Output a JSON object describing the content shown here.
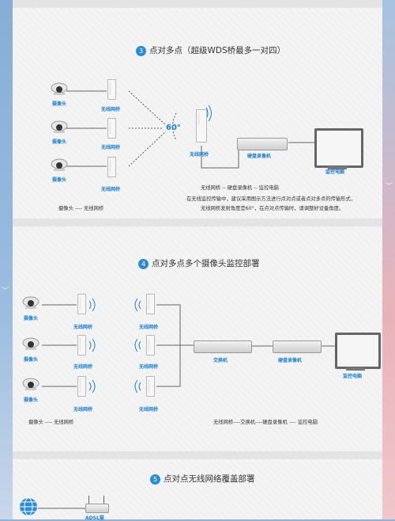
{
  "section3": {
    "num": "3",
    "title": "点对多点（超级WDS桥最多一对四）",
    "cam_label": "摄像头",
    "bridge_label": "无线网桥",
    "angle": "60°",
    "nvr_label": "硬盘录像机",
    "pc_label": "监控电脑",
    "chain_left": "摄像头 ---- 无线网桥",
    "chain_right": "无线网桥 -- 硬盘录像机 -- 监控电脑",
    "note1": "在无线监控传输中，建议采用图示方法进行点对点或者点对多点的传输形式，",
    "note2": "无线网桥发射角度是60°，在点对点传输时，请调整好设备角度。"
  },
  "section4": {
    "num": "4",
    "title": "点对多点多个摄像头监控部署",
    "cam_label": "摄像头",
    "bridge_label": "无线网桥",
    "switch_label": "交换机",
    "nvr_label": "硬盘录像机",
    "pc_label": "监控电脑",
    "chain_left": "摄像头 ---- 无线网桥",
    "chain_right": "无线网桥----交换机----硬盘录像机 ---- 监控电脑"
  },
  "section5": {
    "num": "5",
    "title": "点对点无线网络覆盖部署",
    "adsl_label": "ADSL猫"
  },
  "colors": {
    "accent": "#2a8bd6",
    "label": "#1a7fd0",
    "panel": "#f4f4f4"
  }
}
